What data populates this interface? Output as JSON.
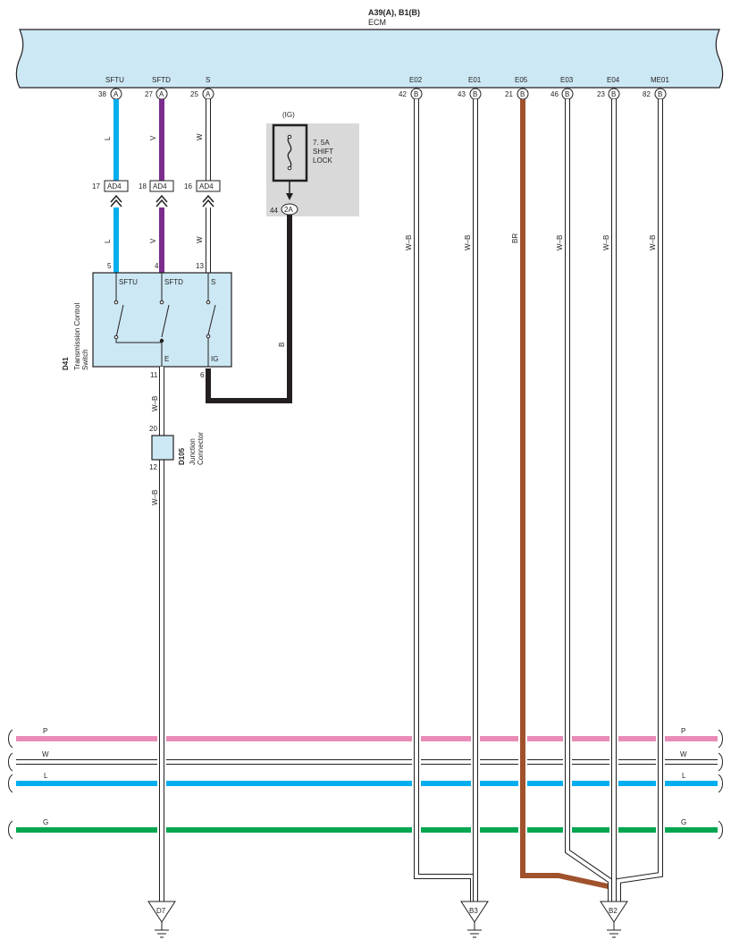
{
  "ecm": {
    "connectors": "A39(A), B1(B)",
    "name": "ECM",
    "pins": [
      {
        "signal": "SFTU",
        "pin": "38",
        "conn": "A"
      },
      {
        "signal": "SFTD",
        "pin": "27",
        "conn": "A"
      },
      {
        "signal": "S",
        "pin": "25",
        "conn": "A"
      },
      {
        "signal": "E02",
        "pin": "42",
        "conn": "B"
      },
      {
        "signal": "E01",
        "pin": "43",
        "conn": "B"
      },
      {
        "signal": "E05",
        "pin": "21",
        "conn": "B"
      },
      {
        "signal": "E03",
        "pin": "46",
        "conn": "B"
      },
      {
        "signal": "E04",
        "pin": "23",
        "conn": "B"
      },
      {
        "signal": "ME01",
        "pin": "82",
        "conn": "B"
      }
    ]
  },
  "wire_colors": {
    "sftu": "L",
    "sftd": "V",
    "s": "W",
    "ground": "W–B",
    "e05": "BR",
    "ig": "B"
  },
  "junction_ad4": {
    "name": "AD4",
    "pins": [
      "17",
      "18",
      "16"
    ]
  },
  "fuse": {
    "power": "(IG)",
    "label_line1": "7. 5A",
    "label_line2": "SHIFT",
    "label_line3": "LOCK",
    "pin": "44",
    "conn": "2A"
  },
  "switch": {
    "id": "D41",
    "name_line1": "Transmission Control",
    "name_line2": "Switch",
    "pins": [
      "5",
      "4",
      "13",
      "11",
      "6"
    ],
    "terminals": [
      "SFTU",
      "SFTD",
      "S",
      "E",
      "IG"
    ]
  },
  "junction_connector": {
    "id": "D105",
    "name_line1": "Junction",
    "name_line2": "Connector",
    "pins": [
      "20",
      "12"
    ]
  },
  "buses": [
    {
      "code": "P",
      "color": "#e98bb7"
    },
    {
      "code": "W",
      "color": "#ffffff"
    },
    {
      "code": "L",
      "color": "#00aeef"
    },
    {
      "code": "G",
      "color": "#00a651"
    }
  ],
  "grounds": [
    "D7",
    "B3",
    "B2"
  ],
  "colors": {
    "ecm_fill": "#cce8f4",
    "switch_fill": "#cce8f4",
    "fuse_bg": "#d9d9da",
    "L": "#00aeef",
    "V": "#7b2d8e",
    "BR": "#a0522d",
    "B": "#231f20"
  }
}
